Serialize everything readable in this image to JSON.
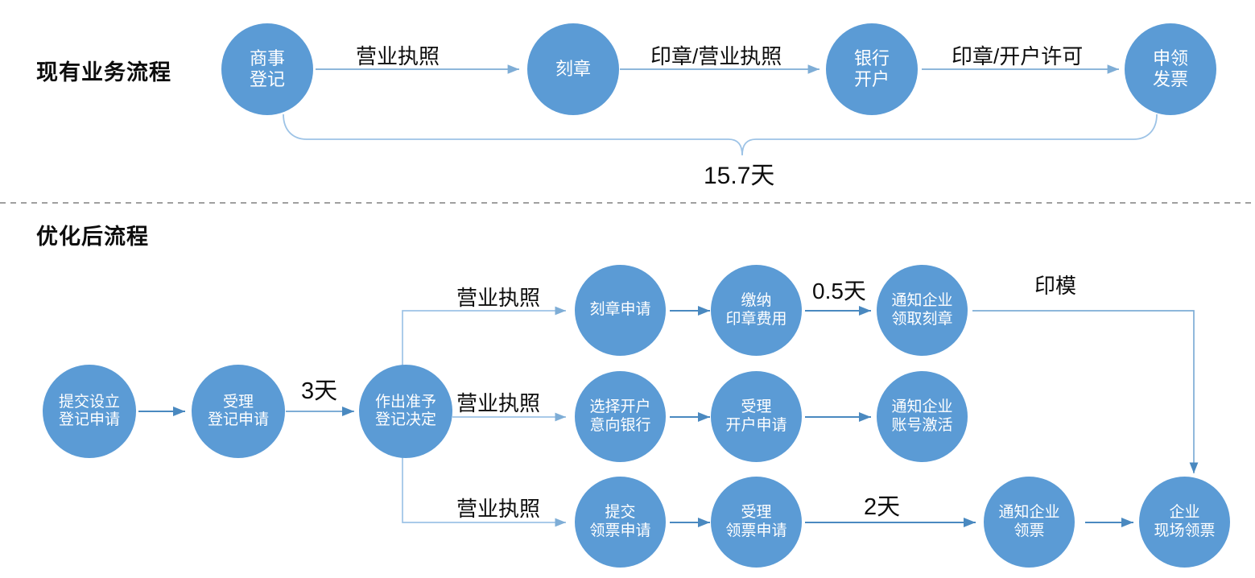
{
  "figure": {
    "divider": "dashed-horizontal-divider",
    "accent_color": "#5b9bd5",
    "connector_color": "#9dc3e6",
    "arrow_color": "#4a89c0",
    "text_color": "#0d0d0d"
  },
  "sections": [
    {
      "id": "current-process",
      "title": "现有业务流程",
      "total_duration": "15.7天",
      "nodes": [
        {
          "id": "cur-1",
          "label": "商事\n登记"
        },
        {
          "id": "cur-2",
          "label": "刻章"
        },
        {
          "id": "cur-3",
          "label": "银行\n开户"
        },
        {
          "id": "cur-4",
          "label": "申领\n发票"
        }
      ],
      "edges": [
        {
          "from": "cur-1",
          "to": "cur-2",
          "label": "营业执照"
        },
        {
          "from": "cur-2",
          "to": "cur-3",
          "label": "印章/营业执照"
        },
        {
          "from": "cur-3",
          "to": "cur-4",
          "label": "印章/开户许可"
        }
      ]
    },
    {
      "id": "optimized-process",
      "title": "优化后流程",
      "nodes": [
        {
          "id": "opt-1",
          "label": "提交设立\n登记申请"
        },
        {
          "id": "opt-2",
          "label": "受理\n登记申请"
        },
        {
          "id": "opt-3",
          "label": "作出准予\n登记决定"
        },
        {
          "id": "opt-a1",
          "label": "刻章申请"
        },
        {
          "id": "opt-a2",
          "label": "缴纳\n印章费用"
        },
        {
          "id": "opt-a3",
          "label": "通知企业\n领取刻章"
        },
        {
          "id": "opt-b1",
          "label": "选择开户\n意向银行"
        },
        {
          "id": "opt-b2",
          "label": "受理\n开户申请"
        },
        {
          "id": "opt-b3",
          "label": "通知企业\n账号激活"
        },
        {
          "id": "opt-c1",
          "label": "提交\n领票申请"
        },
        {
          "id": "opt-c2",
          "label": "受理\n领票申请"
        },
        {
          "id": "opt-c3",
          "label": "通知企业\n领票"
        },
        {
          "id": "opt-c4",
          "label": "企业\n现场领票"
        }
      ],
      "edges": [
        {
          "from": "opt-2",
          "to": "opt-3",
          "label": "3天"
        },
        {
          "from": "opt-3",
          "to": "opt-a1",
          "label": "营业执照"
        },
        {
          "from": "opt-3",
          "to": "opt-b1",
          "label": "营业执照"
        },
        {
          "from": "opt-3",
          "to": "opt-c1",
          "label": "营业执照"
        },
        {
          "from": "opt-a2",
          "to": "opt-a3",
          "label": "0.5天"
        },
        {
          "from": "opt-a3",
          "to": "opt-c4",
          "label": "印模"
        },
        {
          "from": "opt-c2",
          "to": "opt-c3",
          "label": "2天"
        }
      ]
    }
  ],
  "labels": {
    "current": {
      "title": "现有业务流程",
      "node1": "商事\n登记",
      "node2": "刻章",
      "node3": "银行\n开户",
      "node4": "申领\n发票",
      "edge1": "营业执照",
      "edge2": "印章/营业执照",
      "edge3": "印章/开户许可",
      "bracket_total": "15.7天"
    },
    "optimized": {
      "title": "优化后流程",
      "n1": "提交设立\n登记申请",
      "n2": "受理\n登记申请",
      "n3": "作出准予\n登记决定",
      "a1": "刻章申请",
      "a2": "缴纳\n印章费用",
      "a3": "通知企业\n领取刻章",
      "b1": "选择开户\n意向银行",
      "b2": "受理\n开户申请",
      "b3": "通知企业\n账号激活",
      "c1": "提交\n领票申请",
      "c2": "受理\n领票申请",
      "c3": "通知企业\n领票",
      "c4": "企业\n现场领票",
      "e_3days": "3天",
      "e_branch_a": "营业执照",
      "e_branch_b": "营业执照",
      "e_branch_c": "营业执照",
      "e_half_day": "0.5天",
      "e_seal_mold": "印模",
      "e_2days": "2天"
    }
  }
}
